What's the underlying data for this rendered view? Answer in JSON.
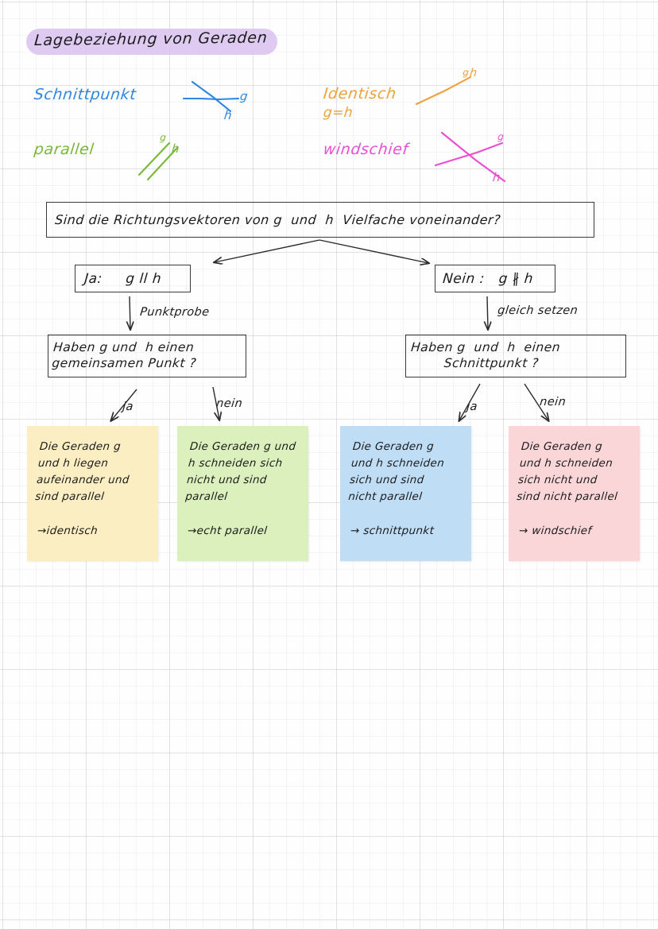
{
  "page": {
    "title": "Lagebeziehung von Geraden",
    "background": "graph-paper",
    "highlight_color": "#d9c2f0"
  },
  "legend": {
    "items": [
      {
        "id": "schnittpunkt",
        "label": "Schnittpunkt",
        "color": "#2e86de",
        "sketch": "two-crossing-lines",
        "line_tags": [
          "g",
          "h"
        ]
      },
      {
        "id": "identisch",
        "label": "Identisch",
        "sublabel": "g=h",
        "color": "#eda13a",
        "sketch": "single-overlapping-line",
        "line_tags": [
          "g",
          "h"
        ]
      },
      {
        "id": "parallel",
        "label": "parallel",
        "color": "#79b837",
        "sketch": "two-parallel-lines",
        "line_tags": [
          "g",
          "h"
        ]
      },
      {
        "id": "windschief",
        "label": "windschief",
        "color": "#e84fd1",
        "sketch": "two-skew-lines",
        "line_tags": [
          "g",
          "h"
        ]
      }
    ]
  },
  "flowchart": {
    "root_question": "Sind die Richtungsvektoren von g  und  h  Vielfache voneinander?",
    "branch_yes": {
      "box": "Ja:     g ll h",
      "edge_label": "Punktprobe",
      "question": "Haben g und  h einen\ngemeinsamen Punkt ?",
      "answers": {
        "yes_label": "ja",
        "no_label": "nein"
      }
    },
    "branch_no": {
      "box": "Nein :   g ∦ h",
      "edge_label": "gleich setzen",
      "question": "Haben g  und  h  einen\n        Schnittpunkt ?",
      "answers": {
        "yes_label": "ja",
        "no_label": "nein"
      }
    }
  },
  "cards": [
    {
      "id": "identisch",
      "color": "#fbeec2",
      "body": "Die Geraden g\nund h liegen\naufeinander und\nsind parallel",
      "conclusion": "→identisch"
    },
    {
      "id": "echt-parallel",
      "color": "#dcf0bd",
      "body": "Die Geraden g und\nh  schneiden sich\nnicht und sind\nparallel",
      "conclusion": "→echt parallel"
    },
    {
      "id": "schnittpunkt",
      "color": "#bfddf5",
      "body": "Die Geraden g\nund h schneiden\nsich und sind\nnicht parallel",
      "conclusion": "→ schnittpunkt"
    },
    {
      "id": "windschief",
      "color": "#fad6d9",
      "body": "Die Geraden g\nund h schneiden\nsich nicht und\nsind nicht parallel",
      "conclusion": "→ windschief"
    }
  ]
}
